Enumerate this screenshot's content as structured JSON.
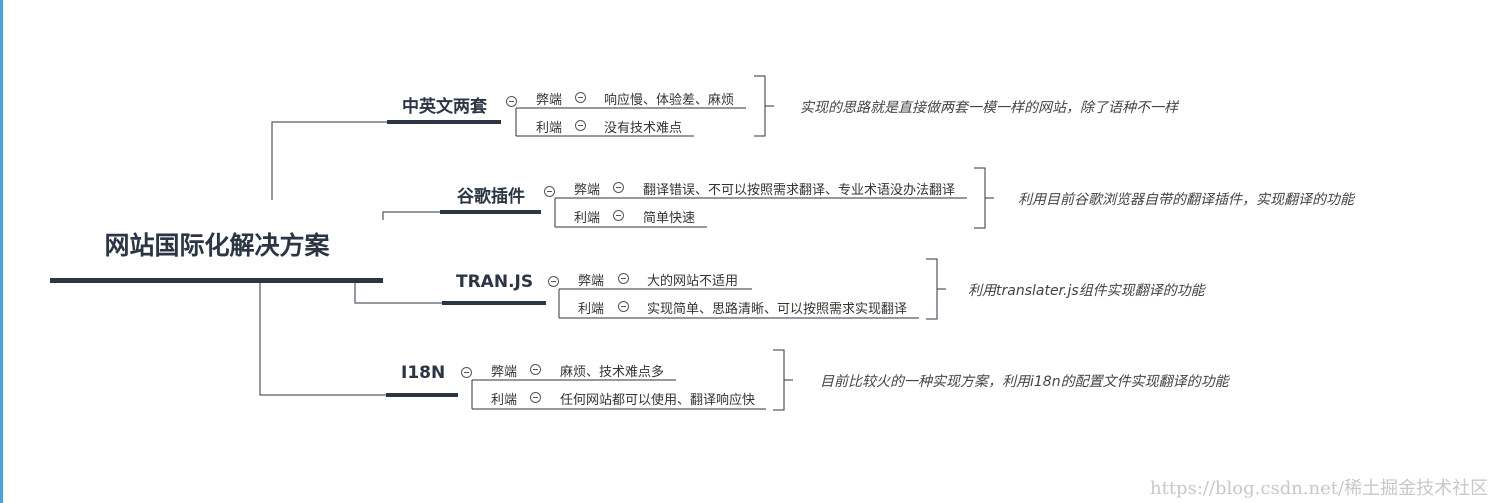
{
  "root": {
    "title": "网站国际化解决方案"
  },
  "branches": [
    {
      "title": "中英文两套",
      "cons_label": "弊端",
      "cons": "响应慢、体验差、麻烦",
      "pros_label": "利端",
      "pros": "没有技术难点",
      "note": "实现的思路就是直接做两套一模一样的网站，除了语种不一样"
    },
    {
      "title": "谷歌插件",
      "cons_label": "弊端",
      "cons": "翻译错误、不可以按照需求翻译、专业术语没办法翻译",
      "pros_label": "利端",
      "pros": "简单快速",
      "note": "利用目前谷歌浏览器自带的翻译插件，实现翻译的功能"
    },
    {
      "title": "TRAN.JS",
      "cons_label": "弊端",
      "cons": "大的网站不适用",
      "pros_label": "利端",
      "pros": "实现简单、思路清晰、可以按照需求实现翻译",
      "note": "利用translater.js组件实现翻译的功能"
    },
    {
      "title": "I18N",
      "cons_label": "弊端",
      "cons": "麻烦、技术难点多",
      "pros_label": "利端",
      "pros": "任何网站都可以使用、翻译响应快",
      "note": "目前比较火的一种实现方案，利用i18n的配置文件实现翻译的功能"
    }
  ],
  "watermark": "https://blog.csdn.net/稀土掘金技术社区",
  "colors": {
    "line": "#2b3544",
    "accent": "#4aa3df"
  }
}
